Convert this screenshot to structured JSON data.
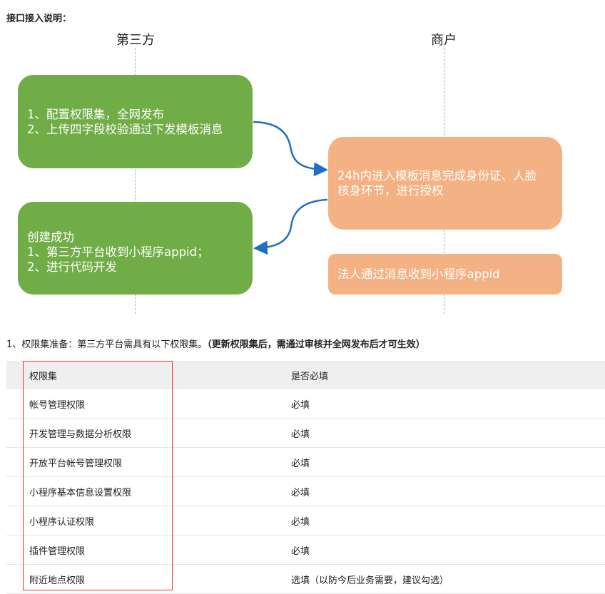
{
  "title": "接口接入说明：",
  "lanes": {
    "left": "第三方",
    "right": "商户"
  },
  "boxes": {
    "g1": [
      "1、配置权限集，全网发布",
      "2、上传四字段校验通过下发模板消息"
    ],
    "g2": [
      "创建成功",
      "1、第三方平台收到小程序appid；",
      "2、进行代码开发"
    ],
    "o1": [
      "24h内进入模板消息完成身份证、人脸",
      "核身环节，进行授权"
    ],
    "o2": [
      "法人通过消息收到小程序appid"
    ]
  },
  "note": {
    "text": "1、权限集准备：第三方平台需具有以下权限集。",
    "bold": "（更新权限集后，需通过审核并全网发布后才可生效）"
  },
  "table": {
    "headers": [
      "权限集",
      "是否必填"
    ],
    "rows": [
      [
        "帐号管理权限",
        "必填"
      ],
      [
        "开发管理与数据分析权限",
        "必填"
      ],
      [
        "开放平台帐号管理权限",
        "必填"
      ],
      [
        "小程序基本信息设置权限",
        "必填"
      ],
      [
        "小程序认证权限",
        "必填"
      ],
      [
        "插件管理权限",
        "必填"
      ],
      [
        "附近地点权限",
        "选填（以防今后业务需要，建议勾选）"
      ]
    ]
  },
  "colors": {
    "green": "#70ad47",
    "orange": "#f4b183",
    "arrow": "#1f6fc5",
    "highlight": "#e33333"
  }
}
